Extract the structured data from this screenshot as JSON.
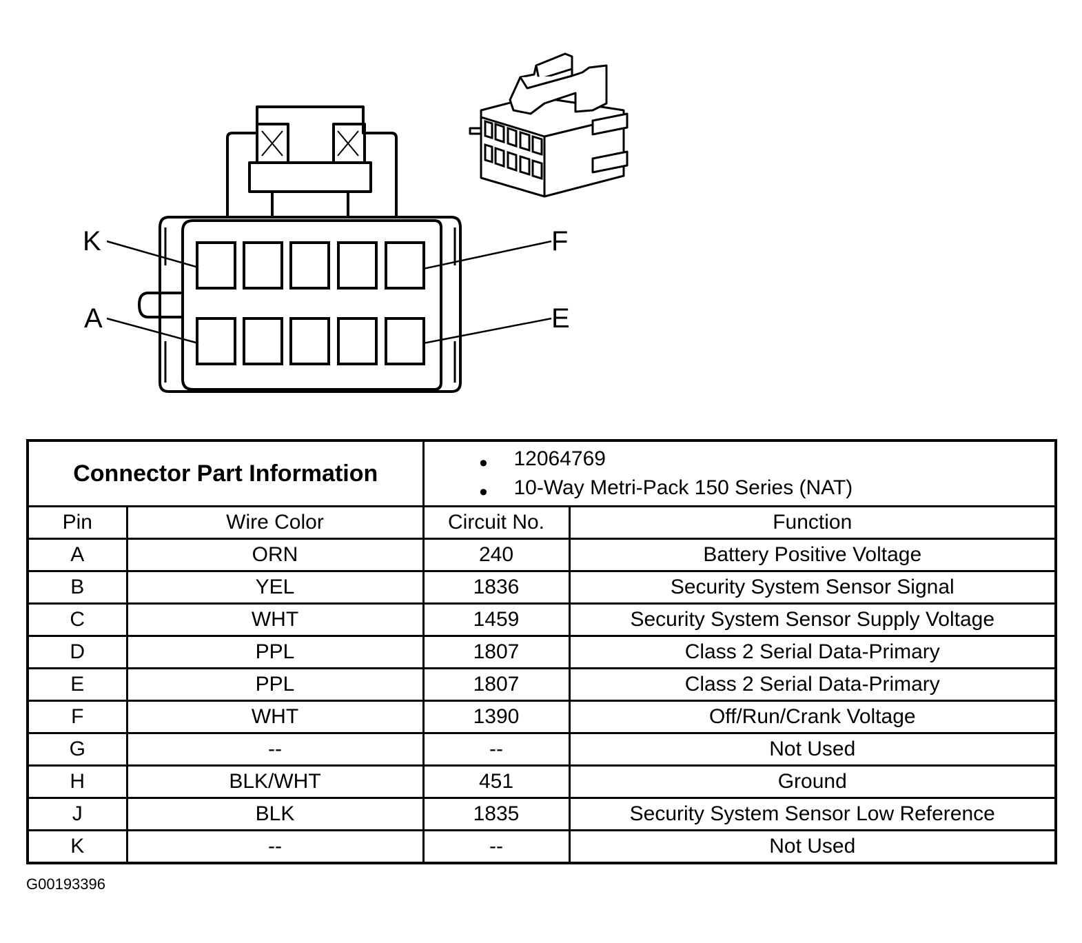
{
  "diagram": {
    "pin_labels": [
      "K",
      "F",
      "A",
      "E"
    ]
  },
  "table": {
    "part_info_label": "Connector Part Information",
    "part_info_values": [
      "12064769",
      "10-Way Metri-Pack 150 Series (NAT)"
    ],
    "columns": [
      "Pin",
      "Wire Color",
      "Circuit No.",
      "Function"
    ],
    "rows": [
      {
        "pin": "A",
        "wire": "ORN",
        "circuit": "240",
        "function": "Battery Positive Voltage"
      },
      {
        "pin": "B",
        "wire": "YEL",
        "circuit": "1836",
        "function": "Security System Sensor Signal"
      },
      {
        "pin": "C",
        "wire": "WHT",
        "circuit": "1459",
        "function": "Security System Sensor Supply Voltage"
      },
      {
        "pin": "D",
        "wire": "PPL",
        "circuit": "1807",
        "function": "Class 2 Serial Data-Primary"
      },
      {
        "pin": "E",
        "wire": "PPL",
        "circuit": "1807",
        "function": "Class 2 Serial Data-Primary"
      },
      {
        "pin": "F",
        "wire": "WHT",
        "circuit": "1390",
        "function": "Off/Run/Crank Voltage"
      },
      {
        "pin": "G",
        "wire": "--",
        "circuit": "--",
        "function": "Not Used"
      },
      {
        "pin": "H",
        "wire": "BLK/WHT",
        "circuit": "451",
        "function": "Ground"
      },
      {
        "pin": "J",
        "wire": "BLK",
        "circuit": "1835",
        "function": "Security System Sensor Low Reference"
      },
      {
        "pin": "K",
        "wire": "--",
        "circuit": "--",
        "function": "Not Used"
      }
    ]
  },
  "figure_id": "G00193396"
}
